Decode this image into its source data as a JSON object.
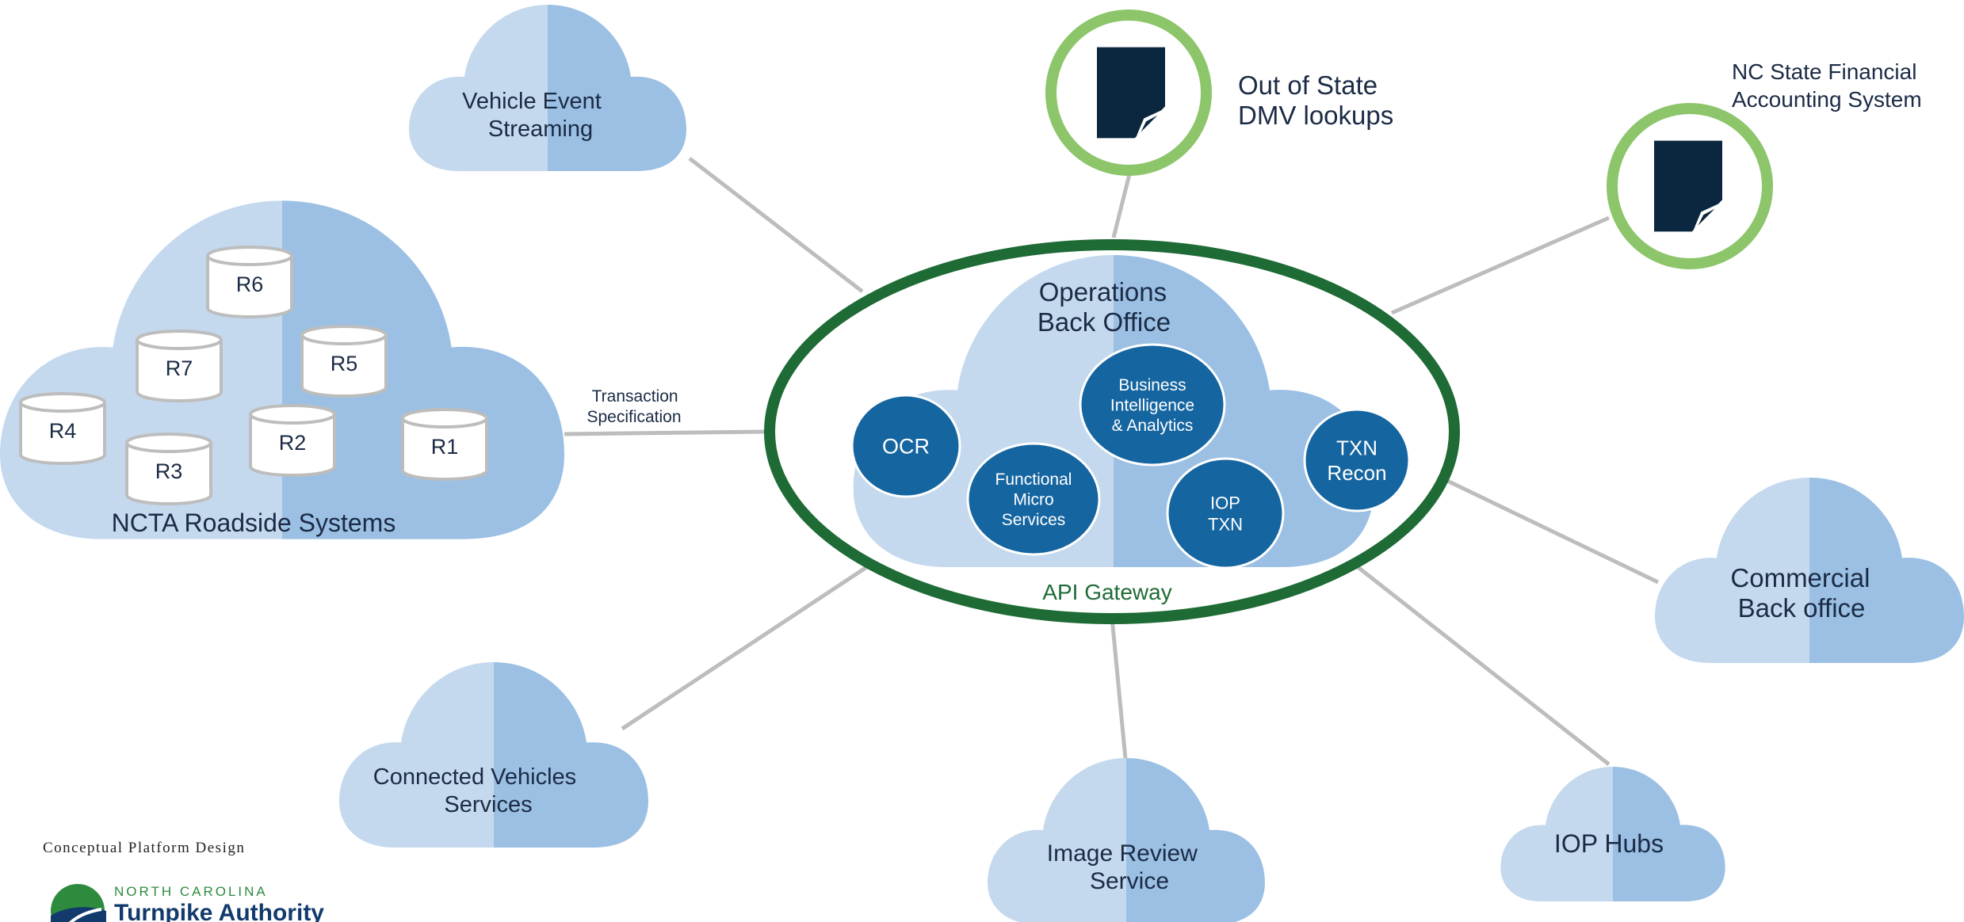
{
  "colors": {
    "cloud_light": "#c4d9ee",
    "cloud_dark": "#9bc0e4",
    "node_blue": "#1565a0",
    "gateway_green": "#1e6b35",
    "ring_green": "#8cc56a",
    "doc_navy": "#0b2740",
    "connector_gray": "#bdbdbd"
  },
  "hub": {
    "title_line1": "Operations",
    "title_line2": "Back Office",
    "gateway_label": "API Gateway",
    "services": {
      "ocr": "OCR",
      "functional": [
        "Functional",
        "Micro",
        "Services"
      ],
      "bi": [
        "Business",
        "Intelligence",
        "& Analytics"
      ],
      "iop_txn": [
        "IOP",
        "TXN"
      ],
      "txn_recon": [
        "TXN",
        "Recon"
      ]
    }
  },
  "roadside": {
    "title": "NCTA Roadside Systems",
    "units": [
      "R6",
      "R7",
      "R5",
      "R4",
      "R2",
      "R1",
      "R3"
    ]
  },
  "clouds": {
    "vehicle_event": [
      "Vehicle Event",
      "Streaming"
    ],
    "connected_vehicles": [
      "Connected Vehicles",
      "Services"
    ],
    "image_review": [
      "Image Review",
      "Service"
    ],
    "iop_hubs": "IOP Hubs",
    "commercial": [
      "Commercial",
      "Back office"
    ]
  },
  "external": {
    "dmv": [
      "Out of State",
      "DMV lookups"
    ],
    "financial": [
      "NC State Financial",
      "Accounting System"
    ]
  },
  "connector_label": [
    "Transaction",
    "Specification"
  ],
  "footer": {
    "title": "Conceptual Platform Design",
    "logo_top": "NORTH CAROLINA",
    "logo_main": "Turnpike Authority"
  }
}
